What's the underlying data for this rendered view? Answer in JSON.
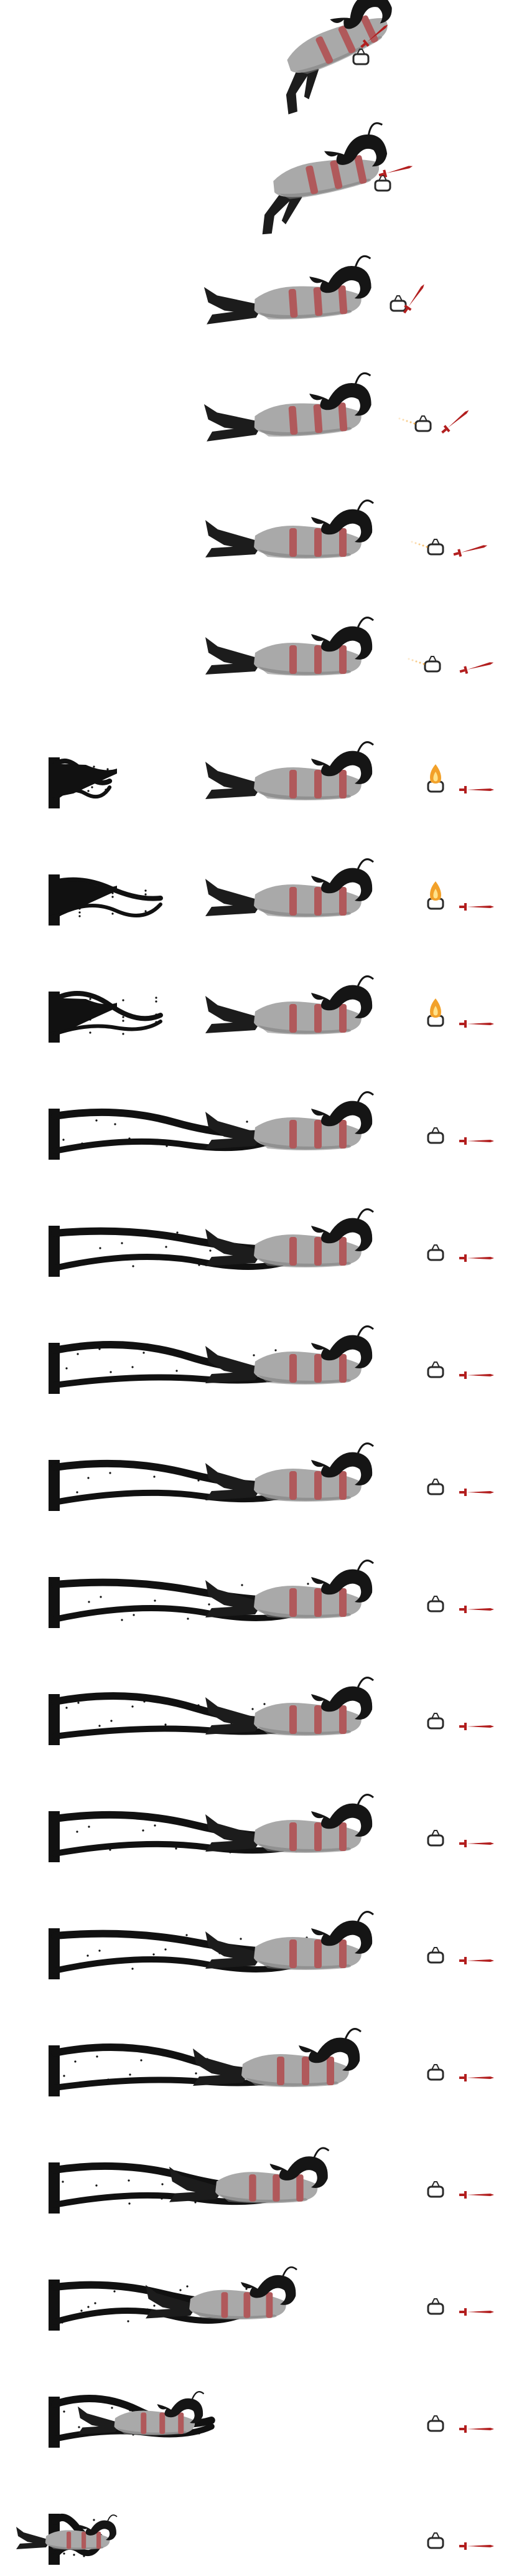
{
  "sprite_sheet": {
    "background": "#ffffff",
    "colors": {
      "hair": "#151515",
      "cloak": "#a9a9a9",
      "cloak_dark": "#7e7e7e",
      "stripe": "#b0595b",
      "legs": "#1c1c1c",
      "dagger": "#b21e1e",
      "lantern": "#2a2a2a",
      "flame": "#f2a12a",
      "flame_core": "#ffe28a",
      "trail": "#111111"
    },
    "frames": [
      {
        "index": 1,
        "phase": "airborne-upright",
        "lantern_state": "held",
        "flame": false,
        "trail": 0
      },
      {
        "index": 2,
        "phase": "airborne-tilted",
        "lantern_state": "thrown",
        "flame": false,
        "trail": 0
      },
      {
        "index": 3,
        "phase": "falling",
        "lantern_state": "thrown",
        "flame": false,
        "trail": 0
      },
      {
        "index": 4,
        "phase": "falling",
        "lantern_state": "thrown",
        "flame": false,
        "trail": 0
      },
      {
        "index": 5,
        "phase": "landing",
        "lantern_state": "sliding",
        "flame": false,
        "trail": 0
      },
      {
        "index": 6,
        "phase": "landing",
        "lantern_state": "sliding",
        "flame": false,
        "trail": 0
      },
      {
        "index": 7,
        "phase": "prone",
        "lantern_state": "burning",
        "flame": true,
        "trail": 0.12
      },
      {
        "index": 8,
        "phase": "prone",
        "lantern_state": "burning",
        "flame": true,
        "trail": 0.22
      },
      {
        "index": 9,
        "phase": "prone",
        "lantern_state": "burning",
        "flame": true,
        "trail": 0.22
      },
      {
        "index": 10,
        "phase": "dragged",
        "lantern_state": "dim",
        "flame": false,
        "trail": 0.45
      },
      {
        "index": 11,
        "phase": "dragged",
        "lantern_state": "dim",
        "flame": false,
        "trail": 0.5
      },
      {
        "index": 12,
        "phase": "dragged",
        "lantern_state": "dim",
        "flame": false,
        "trail": 0.5
      },
      {
        "index": 13,
        "phase": "dragged",
        "lantern_state": "dim",
        "flame": false,
        "trail": 0.5
      },
      {
        "index": 14,
        "phase": "grabbed",
        "lantern_state": "dim",
        "flame": false,
        "trail": 0.52
      },
      {
        "index": 15,
        "phase": "grabbed",
        "lantern_state": "dim",
        "flame": false,
        "trail": 0.52
      },
      {
        "index": 16,
        "phase": "grabbed",
        "lantern_state": "dim",
        "flame": false,
        "trail": 0.52
      },
      {
        "index": 17,
        "phase": "grabbed",
        "lantern_state": "dim",
        "flame": false,
        "trail": 0.52
      },
      {
        "index": 18,
        "phase": "pulled",
        "lantern_state": "dim",
        "flame": false,
        "trail": 0.5
      },
      {
        "index": 19,
        "phase": "pulled",
        "lantern_state": "dim",
        "flame": false,
        "trail": 0.48
      },
      {
        "index": 20,
        "phase": "pulled",
        "lantern_state": "dim",
        "flame": false,
        "trail": 0.4
      },
      {
        "index": 21,
        "phase": "consumed",
        "lantern_state": "dim",
        "flame": false,
        "trail": 0.32
      },
      {
        "index": 22,
        "phase": "consumed",
        "lantern_state": "dim",
        "flame": false,
        "trail": 0.1
      }
    ]
  }
}
